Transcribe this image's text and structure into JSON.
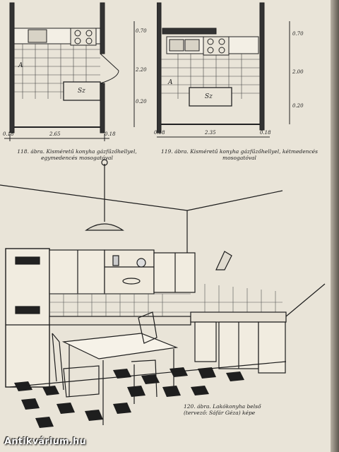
{
  "figure_118": {
    "caption": "118. ábra. Kisméretű konyha gázfűzőhellyel, egymedencés mosogatóval",
    "room_label_a": "A",
    "room_label_sz": "Sz",
    "dim_bottom_left": "0.18",
    "dim_bottom_main": "2.65",
    "dim_bottom_right": "0.18",
    "dim_side_1": "0.70",
    "dim_side_2": "2.20",
    "dim_side_3": "0.20"
  },
  "figure_119": {
    "caption": "119. ábra. Kisméretű konyha gázfűzőhellyel, kétmedencés mosogatóval",
    "room_label_a": "A",
    "room_label_sz": "Sz",
    "dim_bottom_left": "0.18",
    "dim_bottom_main": "2.35",
    "dim_bottom_right": "0.18",
    "dim_side_1": "0.70",
    "dim_side_2": "2.00",
    "dim_side_3": "0.20"
  },
  "figure_120": {
    "caption": "120. ábra. Lakókonyha belső (tervező: Sáfár Géza) képe"
  },
  "watermark": "Antikvárium.hu"
}
